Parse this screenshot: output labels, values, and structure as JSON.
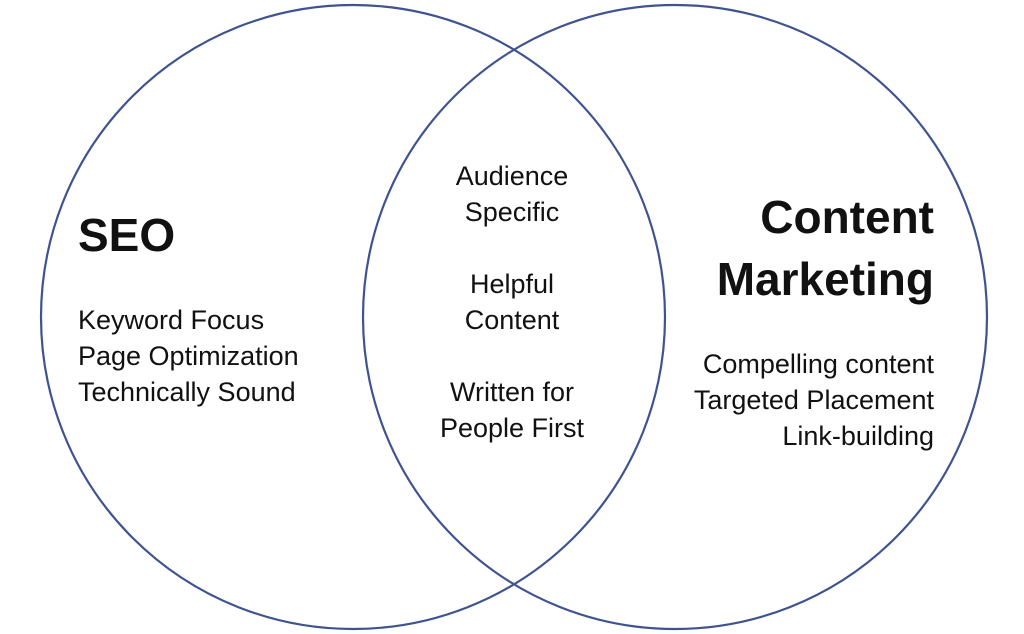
{
  "colors": {
    "circle_stroke": "#3f5390",
    "text": "#111111",
    "background": "#ffffff"
  },
  "left_set": {
    "title": "SEO",
    "items": [
      "Keyword Focus",
      "Page Optimization",
      "Technically Sound"
    ]
  },
  "right_set": {
    "title_lines": [
      "Content",
      "Marketing"
    ],
    "items": [
      "Compelling content",
      "Targeted Placement",
      "Link-building"
    ]
  },
  "overlap": {
    "groups": [
      [
        "Audience",
        "Specific"
      ],
      [
        "Helpful",
        "Content"
      ],
      [
        "Written for",
        "People First"
      ]
    ]
  }
}
